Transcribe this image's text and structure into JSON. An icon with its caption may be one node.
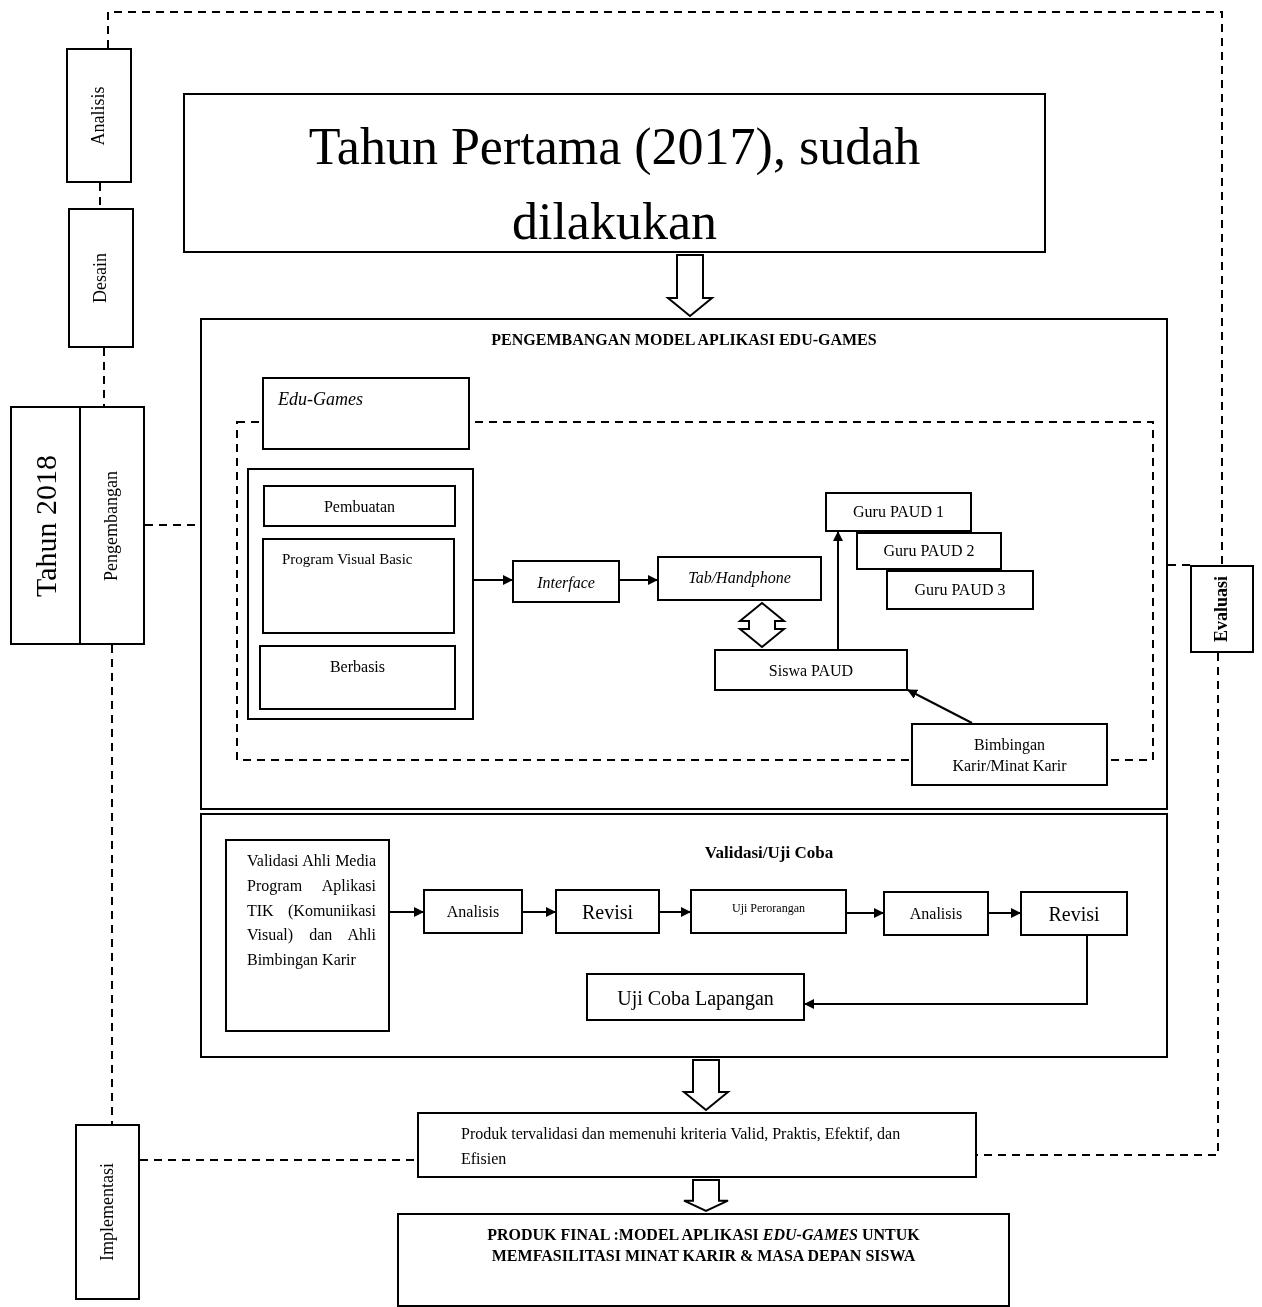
{
  "diagram": {
    "nodes": [
      {
        "text": [
          "Analisis"
        ]
      },
      {
        "text": [
          "Desain"
        ]
      },
      {
        "text": [
          "Tahun 2018"
        ]
      },
      {
        "text": [
          "Pengembangan"
        ]
      },
      {
        "text": [
          "Tahun Pertama (2017), sudah dilakukan"
        ]
      },
      {
        "text": [
          "PENGEMBANGAN MODEL APLIKASI EDU-GAMES"
        ]
      },
      {
        "text": [
          "Edu-Games"
        ],
        "in": 5
      },
      {
        "text": [],
        "shape": "box",
        "in": 5
      },
      {
        "text": [
          "Pembuatan"
        ],
        "in": 7
      },
      {
        "text": [
          "Program Visual Basic"
        ],
        "in": 7
      },
      {
        "text": [
          "Berbasis"
        ],
        "in": 7
      },
      {
        "text": [
          "Interface"
        ],
        "in": 5
      },
      {
        "text": [
          "Tab/Handphone"
        ],
        "in": 5
      },
      {
        "text": [
          "Guru PAUD 1"
        ],
        "in": 5
      },
      {
        "text": [
          "Guru PAUD 2"
        ],
        "in": 5
      },
      {
        "text": [
          "Guru PAUD 3"
        ],
        "in": 5
      },
      {
        "text": [
          "Siswa PAUD"
        ],
        "in": 5
      },
      {
        "text": [
          "Bimbingan Karir/Minat Karir"
        ],
        "in": 5
      },
      {
        "text": [
          "Validasi/Uji Coba"
        ]
      },
      {
        "text": [
          "Validasi Ahli Media Program Aplikasi TIK (Komuniikasi Visual) dan Ahli Bimbingan Karir"
        ],
        "in": 18
      },
      {
        "text": [
          "Analisis"
        ],
        "in": 18
      },
      {
        "text": [
          "Revisi"
        ],
        "in": 18
      },
      {
        "text": [
          "Uji Perorangan"
        ],
        "in": 18
      },
      {
        "text": [
          "Analisis"
        ],
        "in": 18
      },
      {
        "text": [
          "Revisi"
        ],
        "in": 18
      },
      {
        "text": [
          "Uji Coba Lapangan"
        ],
        "in": 18
      },
      {
        "text": [
          "Produk tervalidasi dan memenuhi kriteria Valid, Praktis, Efektif, dan Efisien"
        ]
      },
      {
        "text": [
          "PRODUK FINAL :MODEL APLIKASI *EDU-GAMES* UNTUK MEMFASILITASI MINAT KARIR & MASA DEPAN SISWA"
        ]
      },
      {
        "text": [
          "Implementasi"
        ]
      },
      {
        "text": [
          "Evaluasi"
        ]
      }
    ],
    "edges": [
      {
        "from": 0,
        "to": 1,
        "arrow": "none",
        "style": "dashed"
      },
      {
        "from": 1,
        "to": 3,
        "arrow": "none",
        "style": "dashed"
      },
      {
        "from": 3,
        "to": 28,
        "arrow": "none",
        "style": "dashed"
      },
      {
        "from": 3,
        "to": 5,
        "arrow": "none",
        "style": "dashed"
      },
      {
        "from": 5,
        "to": 29,
        "arrow": "none",
        "style": "dashed"
      },
      {
        "from": 0,
        "to": 29,
        "arrow": "none",
        "style": "dashed"
      },
      {
        "from": 29,
        "to": 26,
        "arrow": "none",
        "style": "dashed"
      },
      {
        "from": 28,
        "to": 26,
        "arrow": "none",
        "style": "dashed"
      },
      {
        "from": 4,
        "to": 5,
        "arrow": "to",
        "style": "thick"
      },
      {
        "from": 12,
        "to": 16,
        "arrow": "both",
        "style": "thick"
      },
      {
        "from": 18,
        "to": 26,
        "arrow": "to",
        "style": "thick"
      },
      {
        "from": 26,
        "to": 27,
        "arrow": "to",
        "style": "thick"
      },
      {
        "from": 7,
        "to": 11,
        "arrow": "to"
      },
      {
        "from": 11,
        "to": 12,
        "arrow": "to"
      },
      {
        "from": 16,
        "to": 13,
        "arrow": "to"
      },
      {
        "from": 17,
        "to": 16,
        "arrow": "to"
      },
      {
        "from": 19,
        "to": 20,
        "arrow": "to"
      },
      {
        "from": 20,
        "to": 21,
        "arrow": "to"
      },
      {
        "from": 21,
        "to": 22,
        "arrow": "to"
      },
      {
        "from": 22,
        "to": 23,
        "arrow": "to"
      },
      {
        "from": 23,
        "to": 24,
        "arrow": "to"
      },
      {
        "from": 24,
        "to": 25,
        "arrow": "to"
      }
    ]
  }
}
